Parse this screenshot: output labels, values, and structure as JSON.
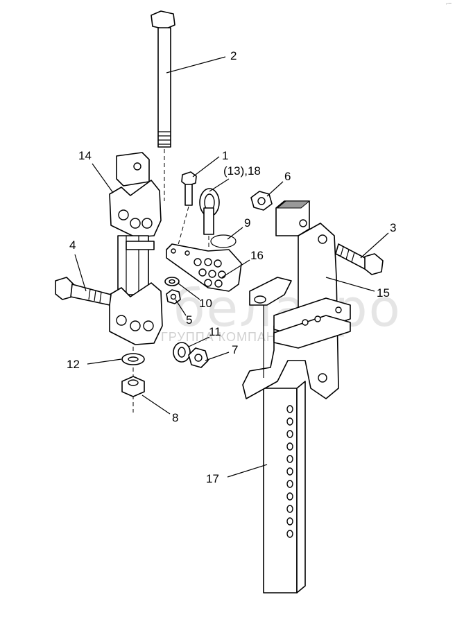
{
  "diagram": {
    "callouts": [
      "1",
      "2",
      "3",
      "4",
      "5",
      "6",
      "7",
      "8",
      "9",
      "10",
      "11",
      "12",
      "14",
      "15",
      "16",
      "17",
      "(13),18"
    ],
    "parts": [
      "bolt-1",
      "long-bolt-2",
      "bolt-3",
      "bolt-4",
      "nut-5",
      "nut-6",
      "nut-7",
      "nut-8",
      "circlip-9",
      "washer-10",
      "washer-11",
      "washer-12",
      "lock-pin-13-18",
      "bracket-14",
      "bracket-15",
      "plate-16",
      "drop-bar-17"
    ]
  },
  "watermark": {
    "brand": "белагро",
    "subtitle": "ГРУППА КОМПАНИЙ"
  },
  "corner_mark": "⌐═"
}
